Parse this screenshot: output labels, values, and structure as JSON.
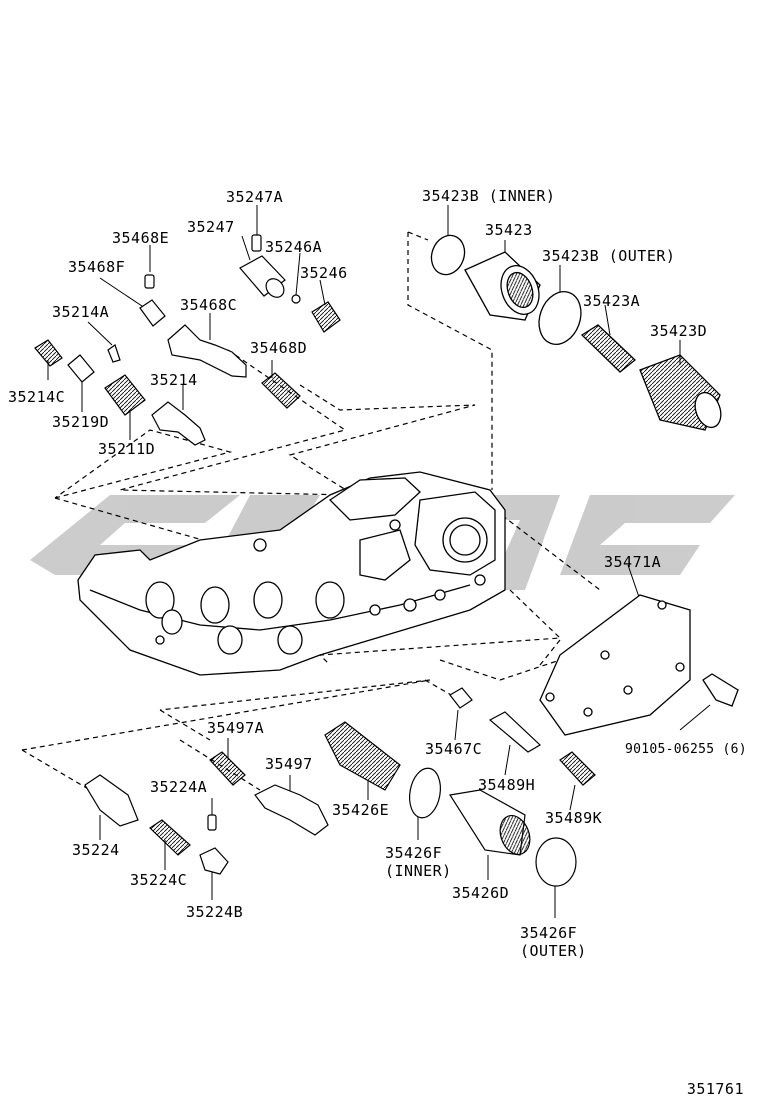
{
  "diagram": {
    "reference_number": "351761",
    "watermark_color": "#c8c8c8",
    "parts": [
      {
        "id": "35247A",
        "label": "35247A"
      },
      {
        "id": "35247",
        "label": "35247"
      },
      {
        "id": "35246A",
        "label": "35246A"
      },
      {
        "id": "35246",
        "label": "35246"
      },
      {
        "id": "35468E",
        "label": "35468E"
      },
      {
        "id": "35468F",
        "label": "35468F"
      },
      {
        "id": "35468C",
        "label": "35468C"
      },
      {
        "id": "35468D",
        "label": "35468D"
      },
      {
        "id": "35214A",
        "label": "35214A"
      },
      {
        "id": "35214C",
        "label": "35214C"
      },
      {
        "id": "35219D",
        "label": "35219D"
      },
      {
        "id": "35214",
        "label": "35214"
      },
      {
        "id": "35211D",
        "label": "35211D"
      },
      {
        "id": "35423B_inner",
        "label": "35423B (INNER)"
      },
      {
        "id": "35423",
        "label": "35423"
      },
      {
        "id": "35423B_outer",
        "label": "35423B (OUTER)"
      },
      {
        "id": "35423A",
        "label": "35423A"
      },
      {
        "id": "35423D",
        "label": "35423D"
      },
      {
        "id": "35471A",
        "label": "35471A"
      },
      {
        "id": "90105",
        "label": "90105-06255 (6)"
      },
      {
        "id": "35497A",
        "label": "35497A"
      },
      {
        "id": "35497",
        "label": "35497"
      },
      {
        "id": "35224A",
        "label": "35224A"
      },
      {
        "id": "35224",
        "label": "35224"
      },
      {
        "id": "35224C",
        "label": "35224C"
      },
      {
        "id": "35224B",
        "label": "35224B"
      },
      {
        "id": "35426E",
        "label": "35426E"
      },
      {
        "id": "35426F_inner_a",
        "label": "35426F"
      },
      {
        "id": "35426F_inner_b",
        "label": "(INNER)"
      },
      {
        "id": "35426D",
        "label": "35426D"
      },
      {
        "id": "35426F_outer_a",
        "label": "35426F"
      },
      {
        "id": "35426F_outer_b",
        "label": "(OUTER)"
      },
      {
        "id": "35467C",
        "label": "35467C"
      },
      {
        "id": "35489H",
        "label": "35489H"
      },
      {
        "id": "35489K",
        "label": "35489K"
      }
    ]
  }
}
